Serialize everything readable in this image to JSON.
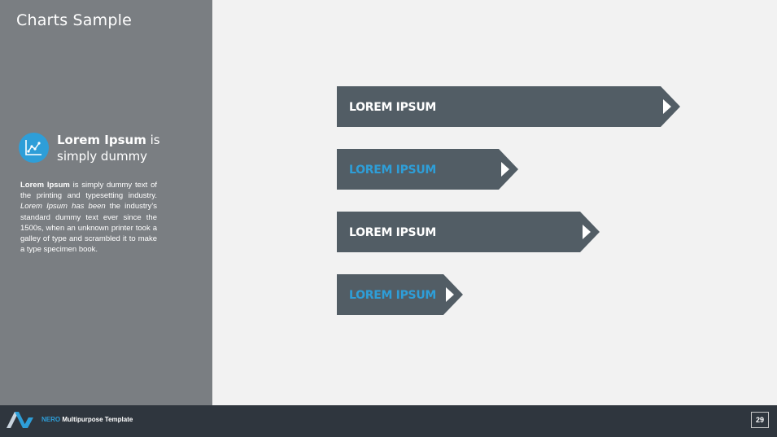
{
  "slide": {
    "title": "Charts Sample"
  },
  "sidebar": {
    "icon": "line-chart-icon",
    "heading_bold": "Lorem Ipsum",
    "heading_rest": " is simply dummy",
    "para_b1": "Lorem Ipsum",
    "para_t1": " is simply dummy text of the printing and typesetting industry. ",
    "para_i1": "Lorem Ipsum has been",
    "para_t2": " the industry's standard dummy text ever since the 1500s, when an unknown printer took a galley of type and scrambled it to make a type specimen book."
  },
  "chart_data": {
    "type": "bar",
    "orientation": "horizontal",
    "categories": [
      "LOREM IPSUM",
      "LOREM IPSUM",
      "LOREM IPSUM",
      "LOREM IPSUM"
    ],
    "values": [
      100,
      50,
      75,
      33
    ],
    "label_colors": [
      "#ffffff",
      "#2e9ed8",
      "#ffffff",
      "#2e9ed8"
    ],
    "bar_color": "#525d65",
    "arrow_mark_color": "#ffffff"
  },
  "footer": {
    "brand_accent": "NERO",
    "brand_rest": " Multipurpose Template",
    "page_number": "29"
  },
  "colors": {
    "accent": "#2e9ed8",
    "sidebar_bg": "#7a7e82",
    "footer_bg": "#2f363e"
  }
}
